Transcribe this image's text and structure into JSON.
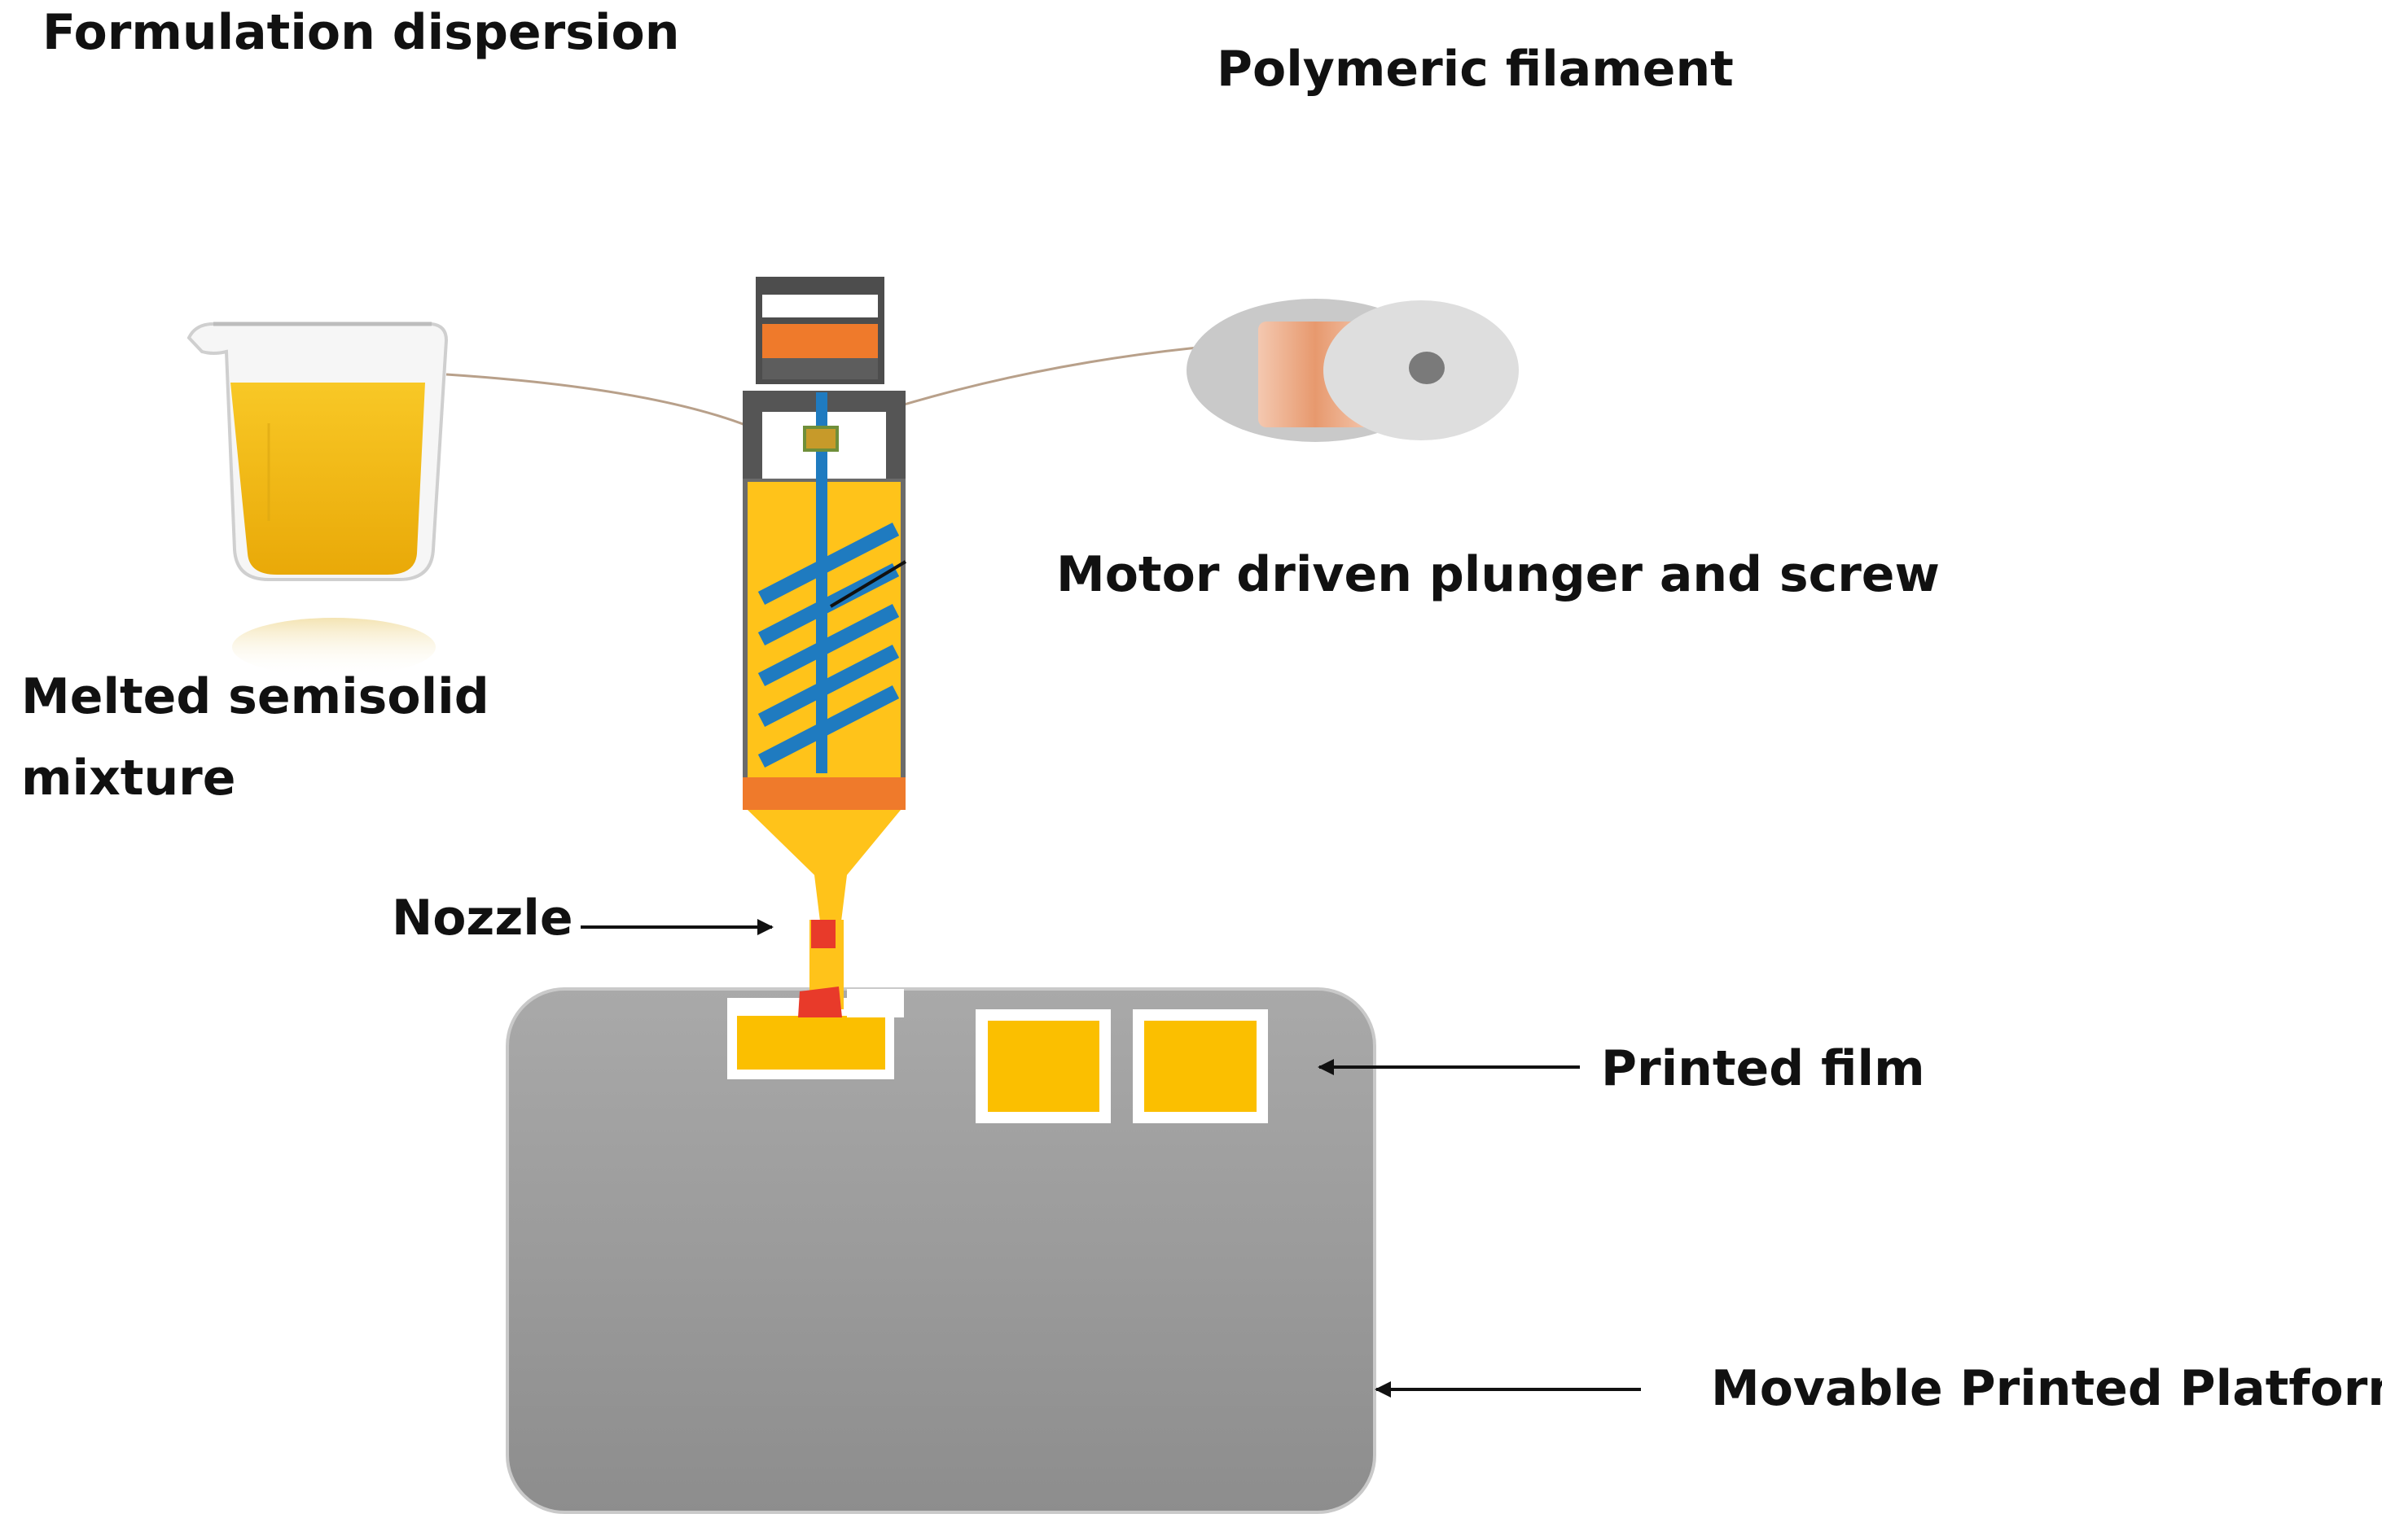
{
  "labels": {
    "formulation_dispersion": "Formulation dispersion",
    "polymeric_filament": "Polymeric filament",
    "motor_driven": "Motor driven plunger and screw",
    "melted_line1": "Melted semisolid",
    "melted_line2": "mixture",
    "nozzle": "Nozzle",
    "printed_film": "Printed film",
    "movable_platform": "Movable Printed Platform"
  },
  "colors": {
    "platform_top": "#a7a7a7",
    "platform_bottom": "#8e8e8e",
    "film": "#fbbf00",
    "liquid": "#f5bf12",
    "barrel_fill": "#ffc31a",
    "screw": "#1f7bc0",
    "orange": "#ef7a2b",
    "housing": "#505050",
    "nozzle_red": "#e83a2a",
    "spool": "#c8c8c8",
    "spool_core": "#e9a27e",
    "arrow": "#111111"
  },
  "icons": [
    "beaker-icon",
    "filament-spool-icon",
    "syringe-extruder-icon",
    "arrow-icon"
  ]
}
